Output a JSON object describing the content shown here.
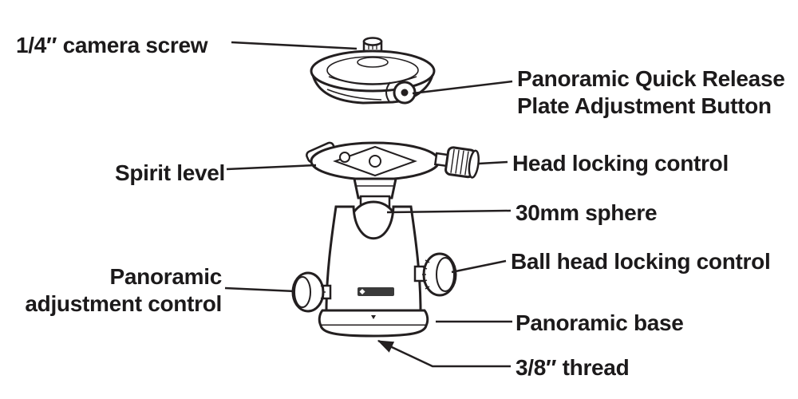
{
  "labels": {
    "camera_screw": "1/4″ camera screw",
    "qr_button": [
      "Panoramic Quick Release",
      "Plate Adjustment Button"
    ],
    "spirit_level": "Spirit level",
    "head_locking": "Head locking control",
    "sphere": "30mm sphere",
    "ball_lock": "Ball head locking control",
    "pan_adjust": [
      "Panoramic",
      "adjustment control"
    ],
    "base": "Panoramic base",
    "thread": "3/8″ thread"
  },
  "colors": {
    "line": "#231f20",
    "background": "#ffffff"
  }
}
